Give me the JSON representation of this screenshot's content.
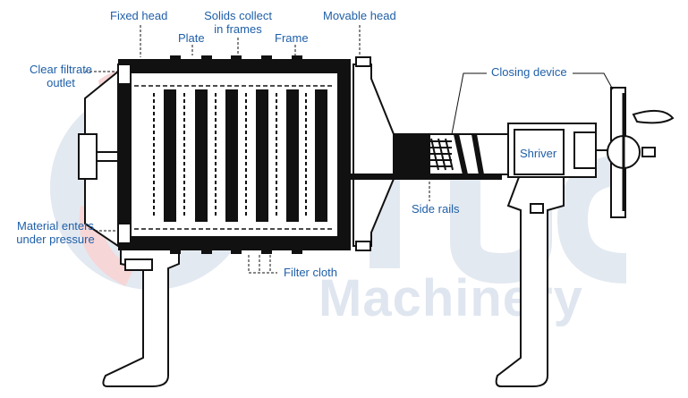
{
  "labels": {
    "fixed_head": "Fixed head",
    "plate": "Plate",
    "solids_line1": "Solids collect",
    "solids_line2": "in frames",
    "frame": "Frame",
    "movable_head": "Movable head",
    "clear_line1": "Clear filtrate",
    "clear_line2": "outlet",
    "closing_device": "Closing device",
    "shriver": "Shriver",
    "side_rails": "Side rails",
    "material_line1": "Material enters",
    "material_line2": "under pressure",
    "filter_cloth": "Filter cloth"
  },
  "watermark": {
    "text": "Machinery",
    "icon": "gear-logo-icon",
    "color": "#dfe6ef",
    "accent": "#f3c9c9"
  },
  "colors": {
    "label": "#1f5fa8",
    "line": "#111111"
  }
}
